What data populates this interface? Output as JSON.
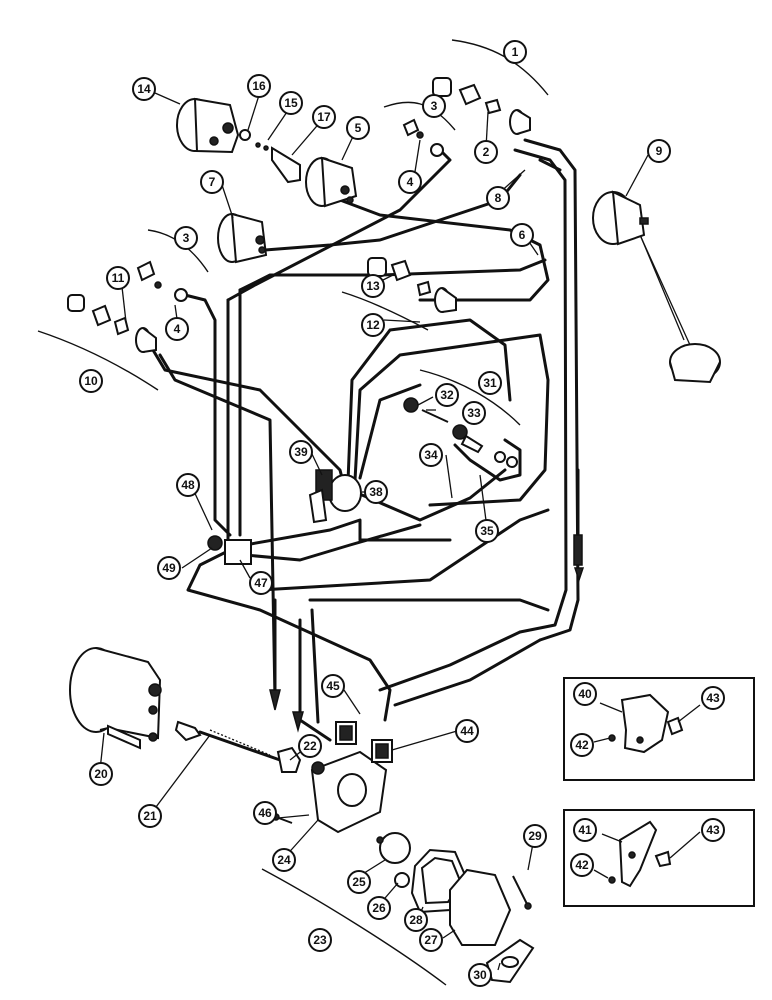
{
  "callouts": [
    "1",
    "2",
    "3",
    "4",
    "5",
    "6",
    "7",
    "8",
    "9",
    "10",
    "11",
    "12",
    "13",
    "14",
    "15",
    "16",
    "17",
    "20",
    "21",
    "22",
    "23",
    "24",
    "25",
    "26",
    "27",
    "28",
    "29",
    "30",
    "31",
    "32",
    "33",
    "34",
    "35",
    "38",
    "39",
    "40",
    "41",
    "42",
    "43",
    "44",
    "45",
    "46",
    "47",
    "48",
    "49"
  ]
}
